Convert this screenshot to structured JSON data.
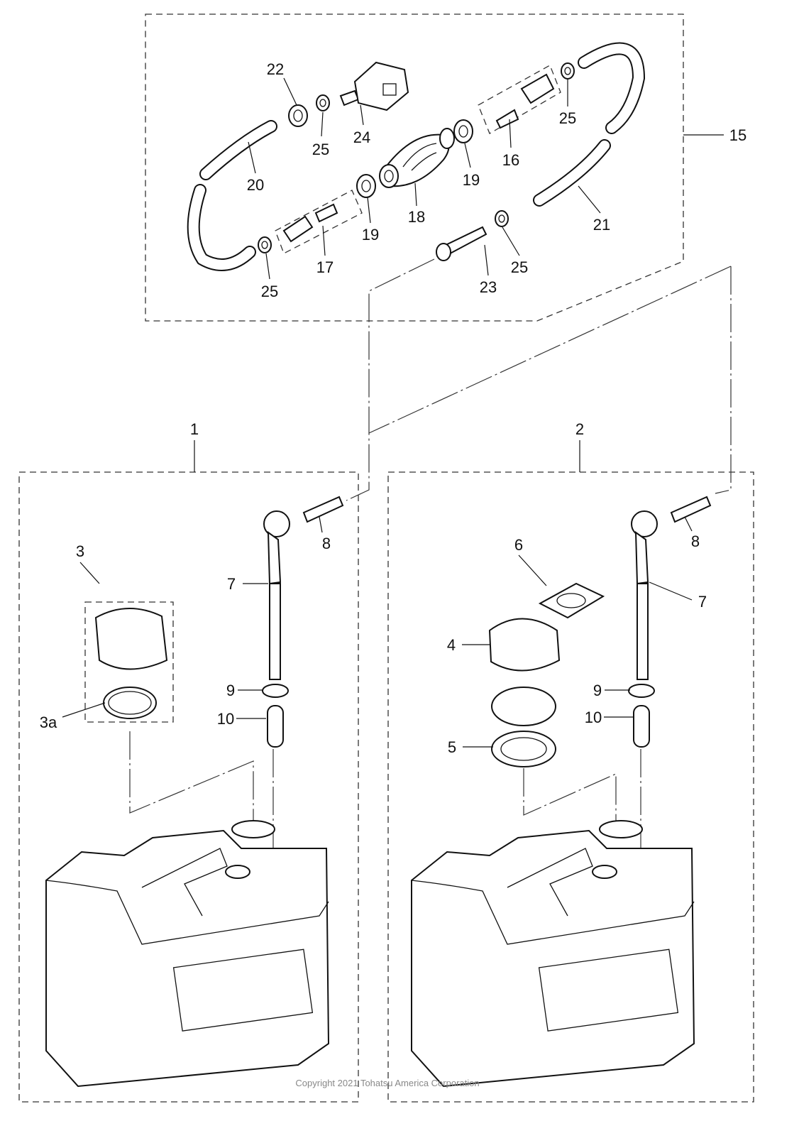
{
  "diagram": {
    "callouts": {
      "p1": "1",
      "p2": "2",
      "p3": "3",
      "p3a": "3a",
      "p4": "4",
      "p5": "5",
      "p6": "6",
      "p7a": "7",
      "p7b": "7",
      "p8a": "8",
      "p8b": "8",
      "p9a": "9",
      "p9b": "9",
      "p10a": "10",
      "p10b": "10",
      "p15": "15",
      "p16": "16",
      "p17": "17",
      "p18": "18",
      "p19a": "19",
      "p19b": "19",
      "p20": "20",
      "p21": "21",
      "p22": "22",
      "p23": "23",
      "p24": "24",
      "p25a": "25",
      "p25b": "25",
      "p25c": "25",
      "p25d": "25"
    },
    "copyright": "Copyright 2021 Tohatsu America Corporation"
  }
}
